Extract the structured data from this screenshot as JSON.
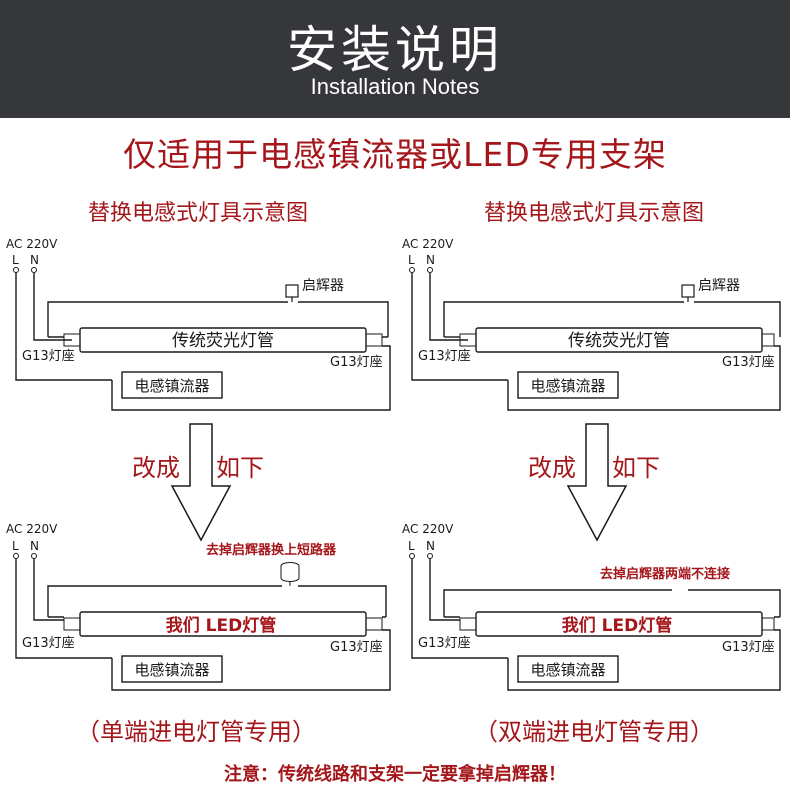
{
  "banner": {
    "title": "安装说明",
    "subtitle": "Installation Notes"
  },
  "headline": "仅适用于电感镇流器或LED专用支架",
  "footer_note": "注意：传统线路和支架一定要拿掉启辉器！",
  "colors": {
    "banner_bg": "#35373b",
    "accent_red": "#a4161a",
    "line": "#1a1a1a"
  },
  "panels": [
    {
      "title": "替换电感式灯具示意图",
      "before": {
        "power": "AC  220V",
        "terminal_l": "L",
        "terminal_n": "N",
        "starter": "启辉器",
        "tube": "传统荧光灯管",
        "socket_left": "G13灯座",
        "socket_right": "G13灯座",
        "ballast": "电感镇流器"
      },
      "arrow": {
        "left": "改成",
        "right": "如下"
      },
      "after": {
        "power": "AC  220V",
        "terminal_l": "L",
        "terminal_n": "N",
        "instruction": "去掉启辉器换上短路器",
        "tube": "我们  LED灯管",
        "socket_left": "G13灯座",
        "socket_right": "G13灯座",
        "ballast": "电感镇流器"
      },
      "caption": "（单端进电灯管专用）"
    },
    {
      "title": "替换电感式灯具示意图",
      "before": {
        "power": "AC  220V",
        "terminal_l": "L",
        "terminal_n": "N",
        "starter": "启辉器",
        "tube": "传统荧光灯管",
        "socket_left": "G13灯座",
        "socket_right": "G13灯座",
        "ballast": "电感镇流器"
      },
      "arrow": {
        "left": "改成",
        "right": "如下"
      },
      "after": {
        "power": "AC  220V",
        "terminal_l": "L",
        "terminal_n": "N",
        "instruction": "去掉启辉器两端不连接",
        "tube": "我们  LED灯管",
        "socket_left": "G13灯座",
        "socket_right": "G13灯座",
        "ballast": "电感镇流器"
      },
      "caption": "（双端进电灯管专用）"
    }
  ]
}
